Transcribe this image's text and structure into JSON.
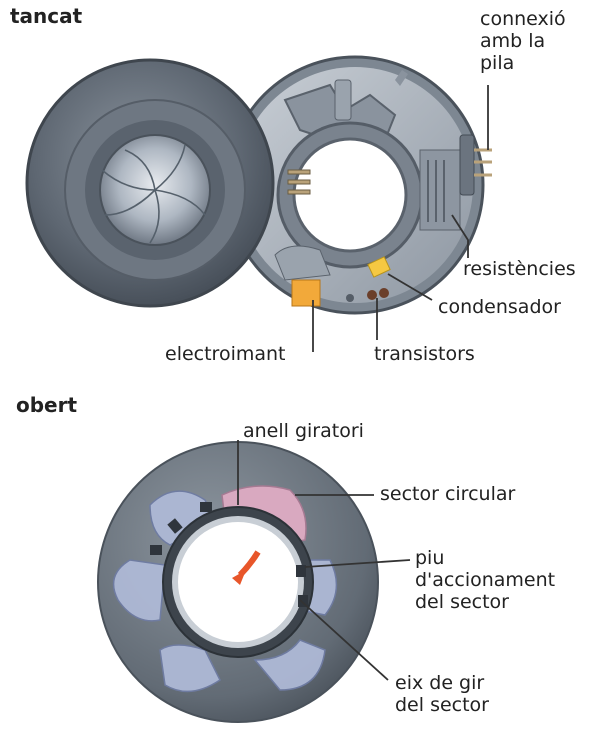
{
  "headings": {
    "closed": "tancat",
    "open": "obert"
  },
  "labels": {
    "battery_connection": [
      "connexió",
      "amb la",
      "pila"
    ],
    "resistors": "resistències",
    "capacitor": "condensador",
    "electromagnet": "electroimant",
    "transistors": "transistors",
    "rotating_ring": "anell giratori",
    "circular_sector": "sector circular",
    "actuating_pin": [
      "piu",
      "d'accionament",
      "del sector"
    ],
    "sector_pivot": [
      "eix de gir",
      "del sector"
    ]
  },
  "colors": {
    "housing_dark": "#5e6772",
    "housing_rim": "#7d8792",
    "highlight": "#aeb7c2",
    "electromagnet": "#f2a93a",
    "capacitor": "#f5c842",
    "sector_pink": "#d9a9c0",
    "sector_blue": "#aeb9d6",
    "arrow": "#e8562a",
    "leader": "#333333"
  },
  "icons": {
    "shutter_blades": "iris-shutter-icon",
    "rotation_arrow": "curved-arrow-icon"
  }
}
